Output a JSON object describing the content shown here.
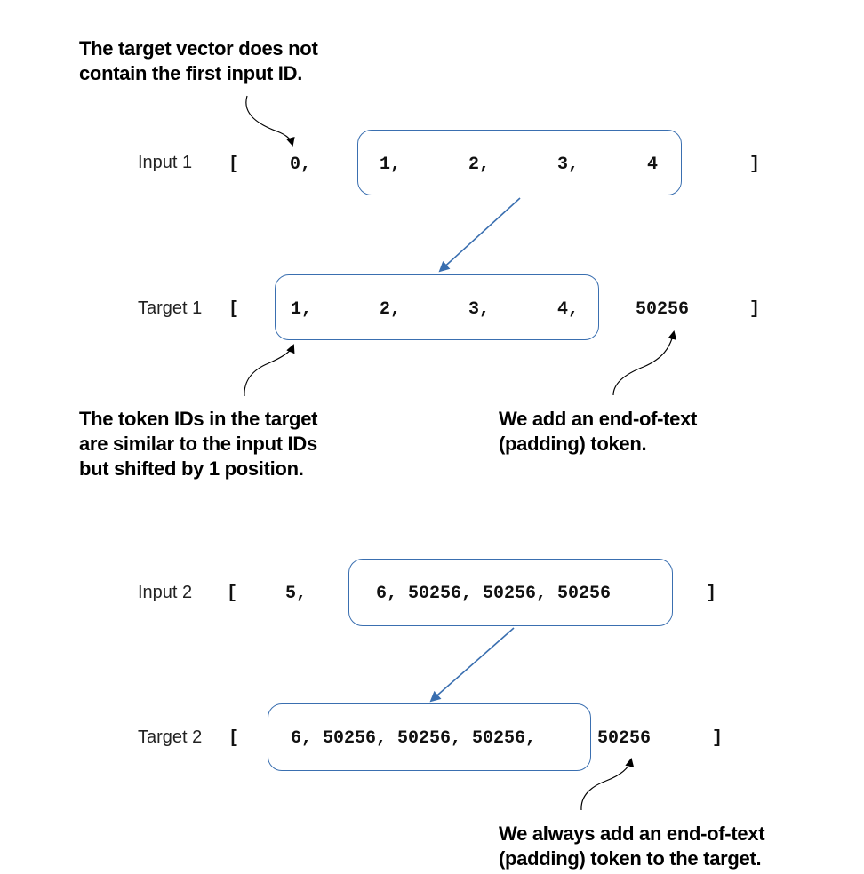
{
  "colors": {
    "box_border": "#3a6fb0",
    "arrow_blue": "#3a6fb0",
    "callout": "#000000"
  },
  "callouts": {
    "top": [
      "The target vector does not",
      "contain the first input ID."
    ],
    "left": [
      "The token IDs in the target",
      "are similar to the input IDs",
      "but shifted by 1 position."
    ],
    "right": [
      "We add an end-of-text",
      "(padding) token."
    ],
    "bottom": [
      "We always add an end-of-text",
      "(padding) token to the target."
    ]
  },
  "rows": {
    "input1": {
      "label": "Input 1",
      "open": "[",
      "close": "]",
      "tokens": [
        "0,",
        "1,",
        "2,",
        "3,",
        "4"
      ]
    },
    "target1": {
      "label": "Target 1",
      "open": "[",
      "close": "]",
      "tokens": [
        "1,",
        "2,",
        "3,",
        "4,",
        "50256"
      ]
    },
    "input2": {
      "label": "Input 2",
      "open": "[",
      "close": "]",
      "tokens": [
        "5,",
        "6, 50256, 50256, 50256"
      ]
    },
    "target2": {
      "label": "Target 2",
      "open": "[",
      "close": "]",
      "tokens": [
        "6, 50256, 50256, 50256,",
        "50256"
      ]
    }
  }
}
